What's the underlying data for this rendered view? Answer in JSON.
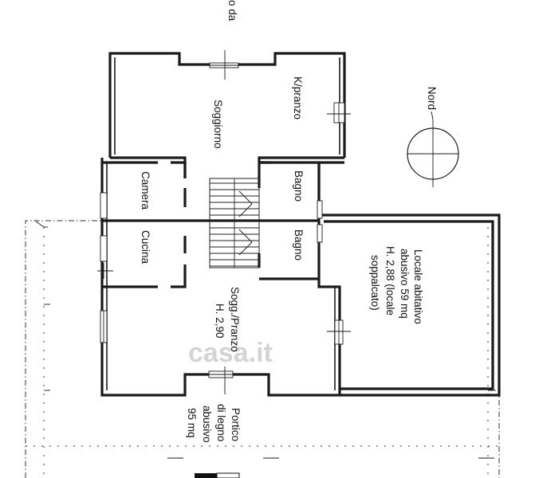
{
  "plan": {
    "top_label": "o da",
    "north": "Nord",
    "watermark": "casa.it",
    "rooms": {
      "kpranzo": "K/pranzo",
      "soggiorno": "Soggiorno",
      "camera": "Camera",
      "cucina": "Cucina",
      "bagno_top": "Bagno",
      "bagno_bottom": "Bagno",
      "sogg_pranzo": {
        "line1": "Sogg./Pranzo",
        "line2": "H. 2,90"
      },
      "locale": {
        "line1": "Locale abitativo",
        "line2": "abusivo 59 mq",
        "line3": "H. 2,88 (locale",
        "line4": "soppalcato)"
      },
      "portico": {
        "line1": "Portico",
        "line2": "di legno",
        "line3": "abusivo",
        "line4": "95 mq"
      }
    }
  }
}
